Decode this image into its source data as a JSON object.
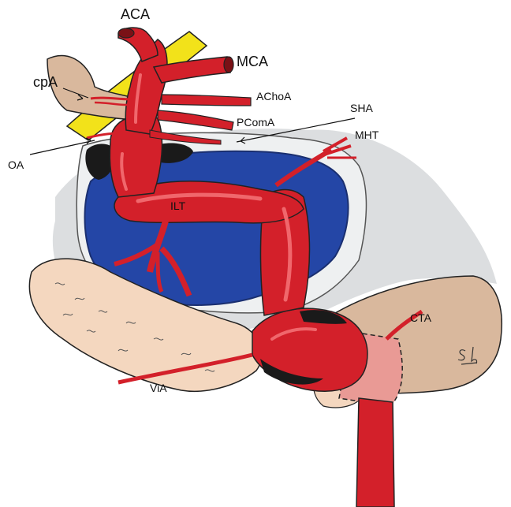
{
  "figure": {
    "labels": {
      "aca": "ACA",
      "mca": "MCA",
      "choroidal": "AChoA",
      "pcom": "PComA",
      "sha": "SHA",
      "cpa": "cpA",
      "oa": "OA",
      "mht": "MHT",
      "ilt": "ILT",
      "cta": "CTA",
      "via": "ViA"
    },
    "signature": "Sb"
  },
  "colors": {
    "artery": "#d3202a",
    "artery_highlight": "#f0676c",
    "sinus": "#2446a6",
    "nerve": "#f2e21a",
    "bone": "#f4d7bf",
    "dura": "#d8dadb",
    "dark_wall": "#1a1a1a",
    "tan_tissue": "#d9b89d"
  }
}
